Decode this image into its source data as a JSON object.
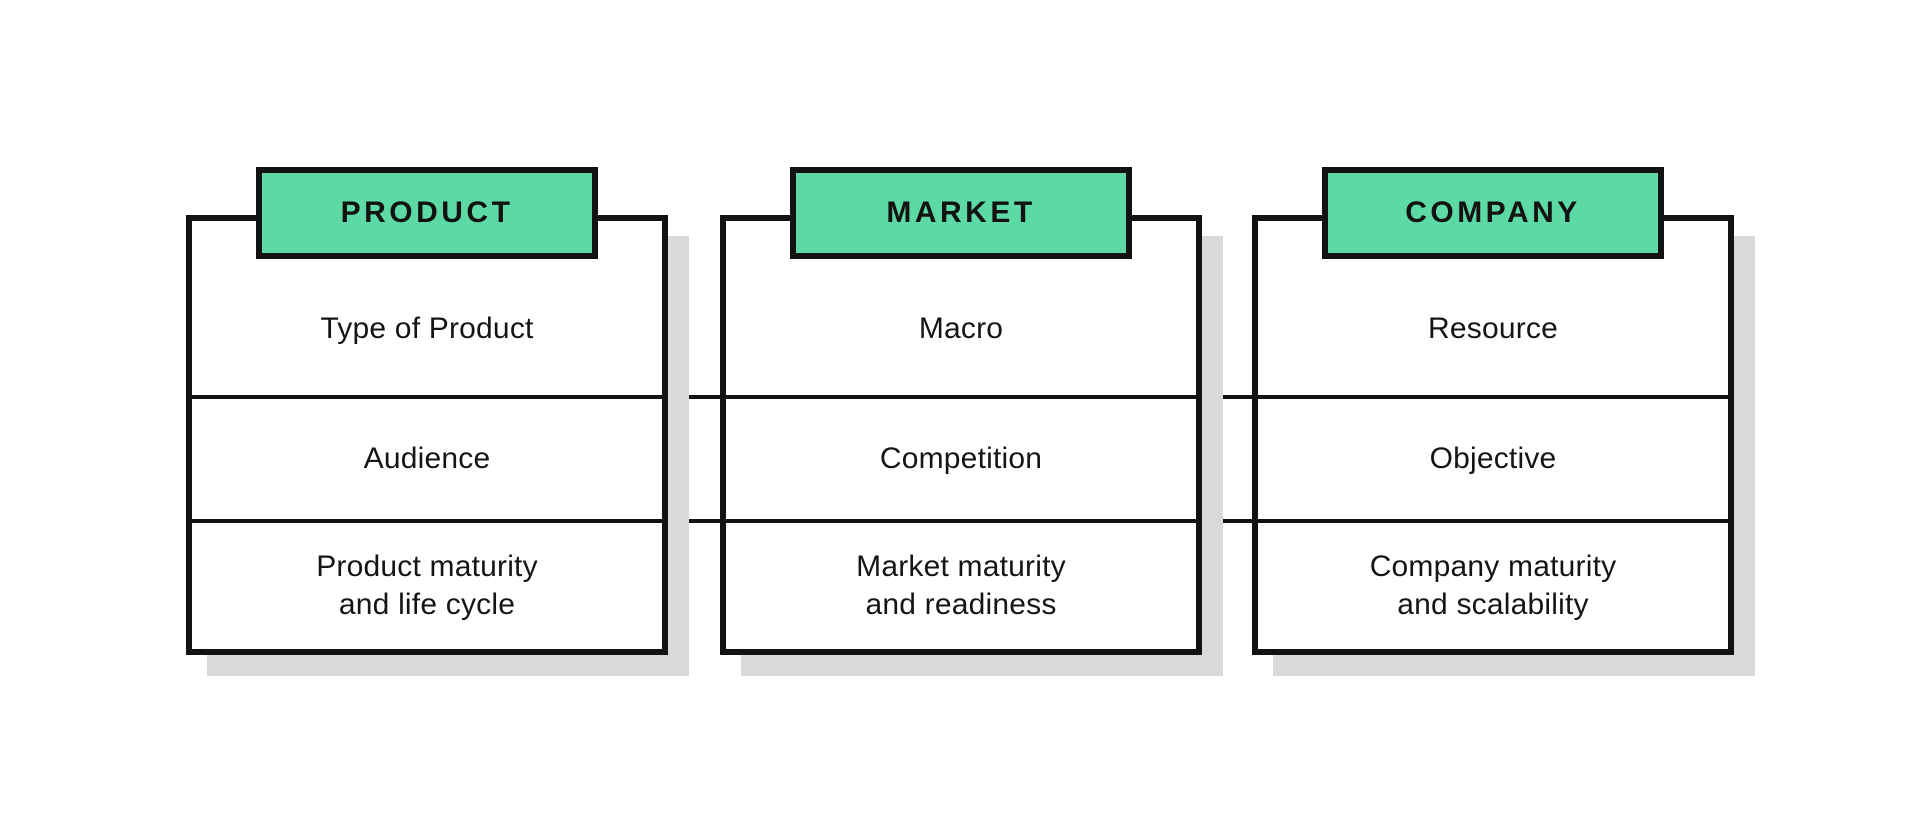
{
  "colors": {
    "background": "#ffffff",
    "line": "#121212",
    "header_fill": "#5dd9a6",
    "drop_shadow": "#d9d9d9",
    "text": "#151515"
  },
  "cards": [
    {
      "title": "PRODUCT",
      "rows": [
        "Type of Product",
        "Audience",
        "Product maturity\nand life cycle"
      ]
    },
    {
      "title": "MARKET",
      "rows": [
        "Macro",
        "Competition",
        "Market maturity\nand readiness"
      ]
    },
    {
      "title": "COMPANY",
      "rows": [
        "Resource",
        "Objective",
        "Company maturity\nand scalability"
      ]
    }
  ]
}
